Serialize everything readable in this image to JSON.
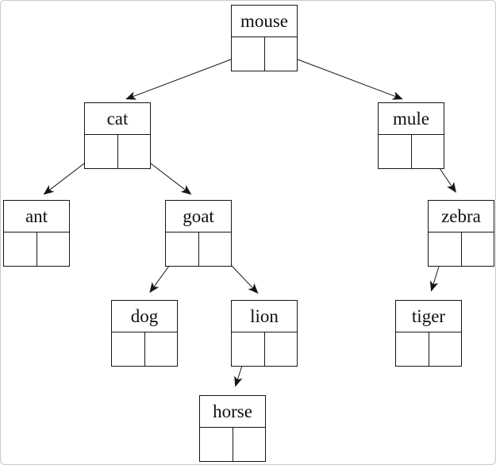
{
  "diagram": {
    "type": "binary-tree",
    "line_color": "#161616",
    "background_color": "#ffffff",
    "nodes": [
      {
        "id": "mouse",
        "label": "mouse"
      },
      {
        "id": "cat",
        "label": "cat"
      },
      {
        "id": "mule",
        "label": "mule"
      },
      {
        "id": "ant",
        "label": "ant"
      },
      {
        "id": "goat",
        "label": "goat"
      },
      {
        "id": "zebra",
        "label": "zebra"
      },
      {
        "id": "dog",
        "label": "dog"
      },
      {
        "id": "lion",
        "label": "lion"
      },
      {
        "id": "tiger",
        "label": "tiger"
      },
      {
        "id": "horse",
        "label": "horse"
      }
    ],
    "edges": [
      {
        "from": "mouse",
        "slot": "left",
        "to": "cat"
      },
      {
        "from": "mouse",
        "slot": "right",
        "to": "mule"
      },
      {
        "from": "cat",
        "slot": "left",
        "to": "ant"
      },
      {
        "from": "cat",
        "slot": "right",
        "to": "goat"
      },
      {
        "from": "mule",
        "slot": "right",
        "to": "zebra"
      },
      {
        "from": "goat",
        "slot": "left",
        "to": "dog"
      },
      {
        "from": "goat",
        "slot": "right",
        "to": "lion"
      },
      {
        "from": "zebra",
        "slot": "left",
        "to": "tiger"
      },
      {
        "from": "lion",
        "slot": "left",
        "to": "horse"
      }
    ]
  }
}
